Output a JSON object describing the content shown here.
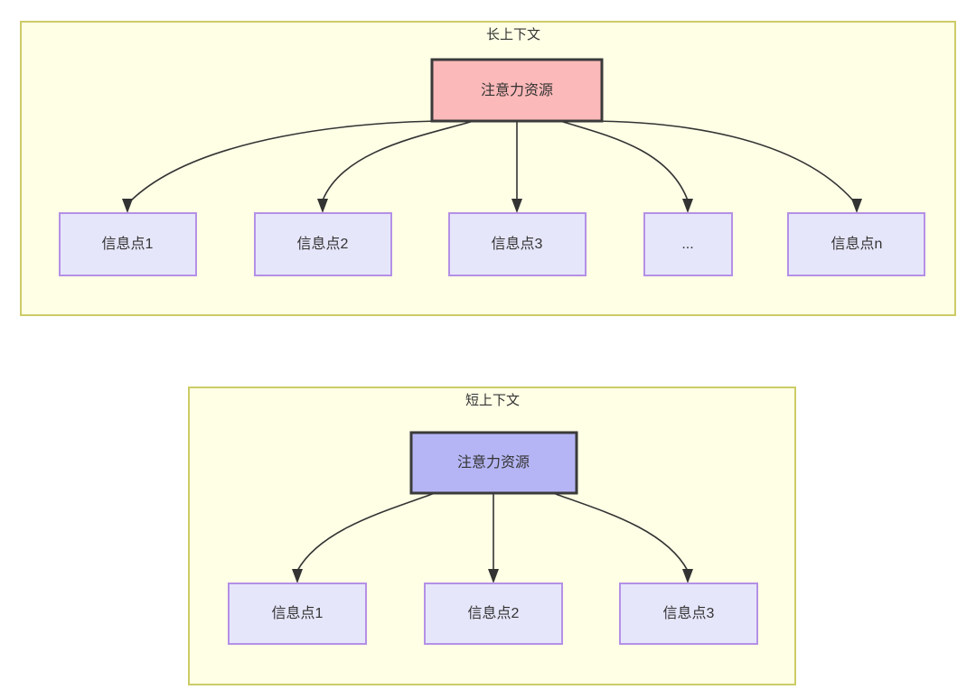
{
  "diagram": {
    "type": "flowchart",
    "background_color": "#ffffff",
    "panels": [
      {
        "id": "long-context",
        "title": "长上下文",
        "frame_fill": "#ffffe6",
        "frame_stroke": "#cccc66",
        "root": {
          "label": "注意力资源",
          "fill": "#fcb9b9",
          "stroke": "#3a3a3a"
        },
        "children": [
          {
            "label": "信息点1"
          },
          {
            "label": "信息点2"
          },
          {
            "label": "信息点3"
          },
          {
            "label": "..."
          },
          {
            "label": "信息点n"
          }
        ],
        "child_fill": "#e6e6fb",
        "child_stroke": "#b490e6"
      },
      {
        "id": "short-context",
        "title": "短上下文",
        "frame_fill": "#ffffe6",
        "frame_stroke": "#cccc66",
        "root": {
          "label": "注意力资源",
          "fill": "#b5b5f5",
          "stroke": "#3a3a3a"
        },
        "children": [
          {
            "label": "信息点1"
          },
          {
            "label": "信息点2"
          },
          {
            "label": "信息点3"
          }
        ],
        "child_fill": "#e6e6fb",
        "child_stroke": "#b490e6"
      }
    ]
  }
}
